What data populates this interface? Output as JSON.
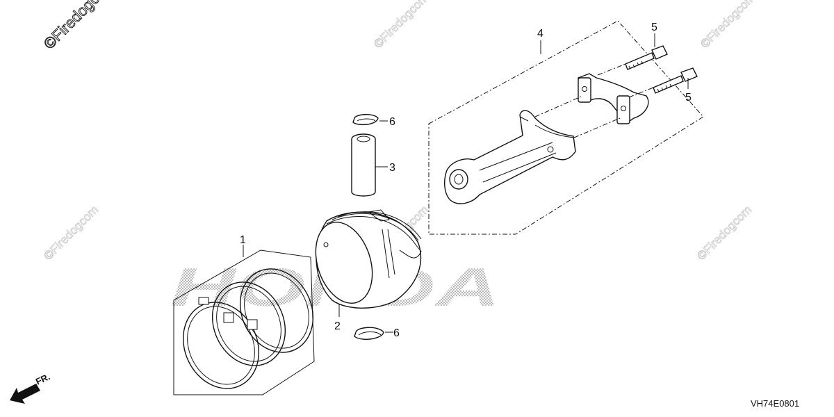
{
  "watermark": {
    "text": "©Firedogcom"
  },
  "brand_mark": "HONDA",
  "direction_label": "FR.",
  "diagram_code": "VH74E0801",
  "callouts": {
    "ring_set": "1",
    "piston": "2",
    "piston_pin": "3",
    "connecting_rod": "4",
    "rod_bolt_upper": "5",
    "rod_bolt_lower": "5",
    "clip_upper": "6",
    "clip_lower": "6"
  }
}
